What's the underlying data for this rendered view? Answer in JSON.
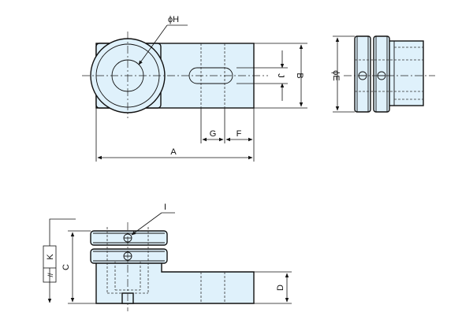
{
  "labels": {
    "phi_h": "ϕH",
    "phi_e": "ϕE",
    "a": "A",
    "b": "B",
    "c": "C",
    "d": "D",
    "f": "F",
    "g": "G",
    "i": "I",
    "j": "J",
    "k": "K",
    "parallel": "//"
  },
  "colors": {
    "part_fill": "#dff1fb",
    "line": "#111111"
  }
}
